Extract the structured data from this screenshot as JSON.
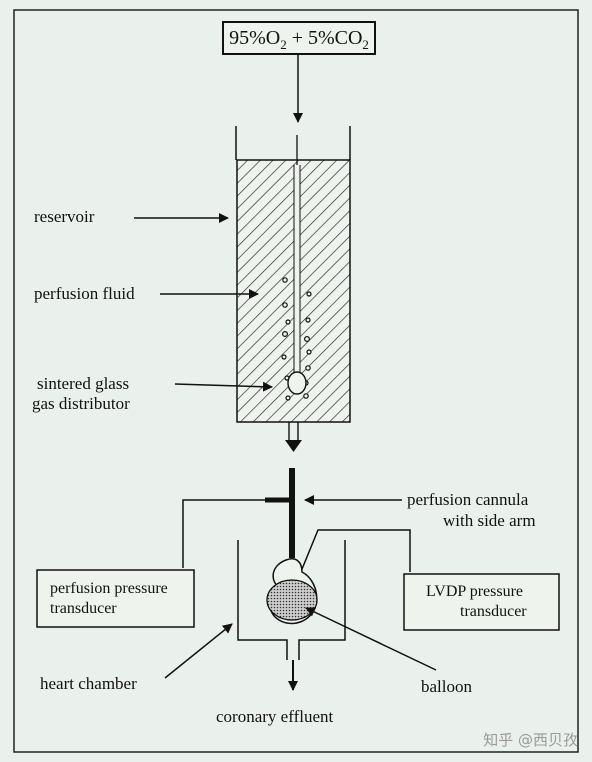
{
  "gas_supply": {
    "o2_percent": "95%O",
    "o2_sub": "2",
    "plus": " + ",
    "co2_percent": "5%CO",
    "co2_sub": "2"
  },
  "labels": {
    "reservoir": "reservoir",
    "perfusion_fluid": "perfusion fluid",
    "sintered_line1": "sintered glass",
    "sintered_line2": "gas distributor",
    "cannula_line1": "perfusion cannula",
    "cannula_line2": "with side arm",
    "perfusion_transducer_line1": "perfusion pressure",
    "perfusion_transducer_line2": "transducer",
    "lvdp_transducer_line1": "LVDP pressure",
    "lvdp_transducer_line2": "transducer",
    "heart_chamber": "heart chamber",
    "balloon": "balloon",
    "coronary_effluent": "coronary effluent"
  },
  "watermark": "知乎 @西贝孜",
  "colors": {
    "background": "#eaf1ec",
    "line": "#111111",
    "watermark": "#9a9a9a"
  }
}
